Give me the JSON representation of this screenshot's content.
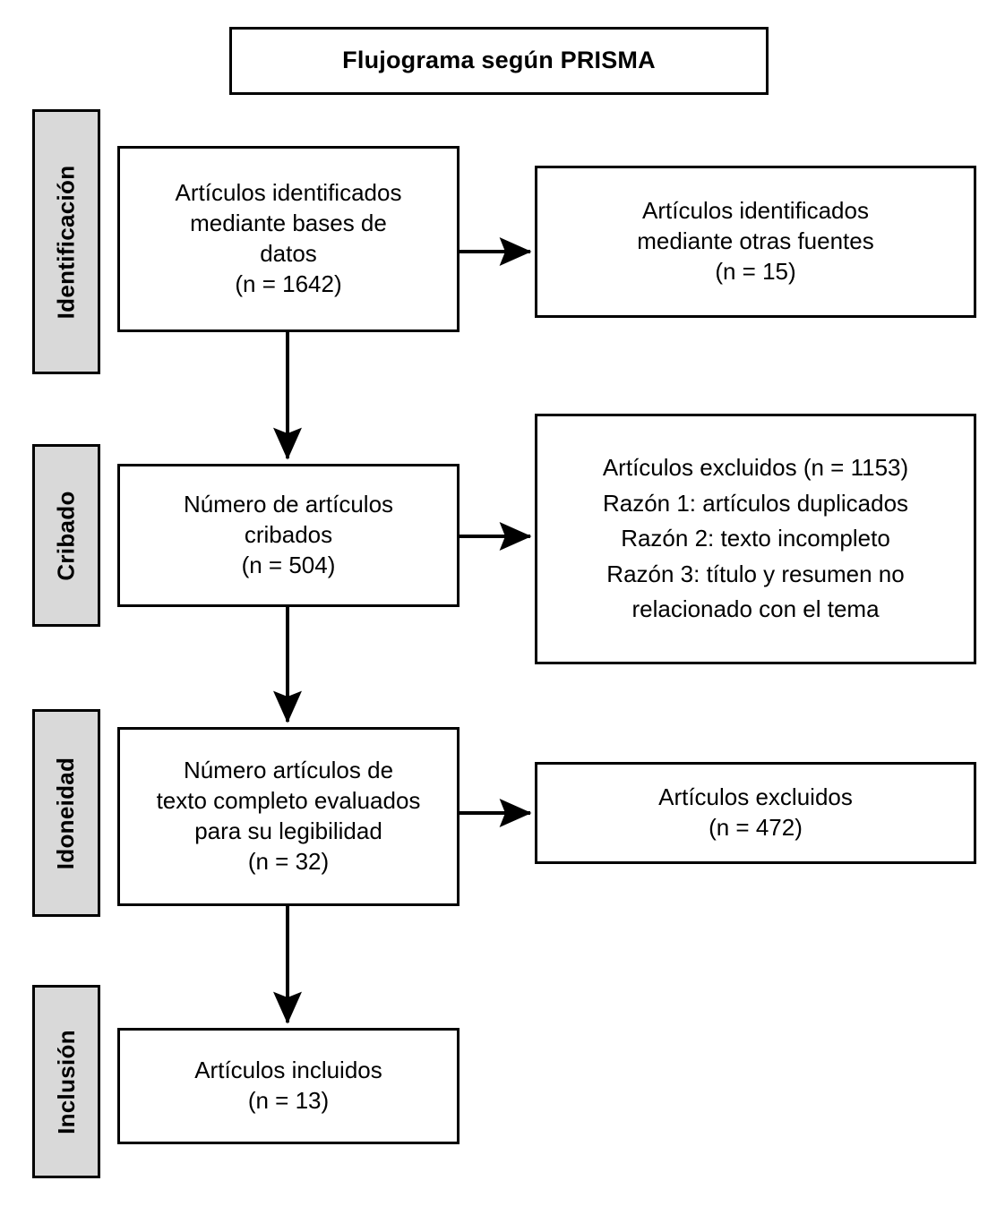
{
  "title": {
    "text": "Flujograma según PRISMA"
  },
  "stages": [
    {
      "id": "identificacion",
      "label": "Identificación"
    },
    {
      "id": "cribado",
      "label": "Cribado"
    },
    {
      "id": "idoneidad",
      "label": "Idoneidad"
    },
    {
      "id": "inclusion",
      "label": "Inclusión"
    }
  ],
  "boxes": {
    "identificados_bases": {
      "lines": [
        "Artículos identificados",
        "mediante bases de",
        "datos",
        "(n = 1642)"
      ],
      "count": 1642
    },
    "identificados_otras": {
      "lines": [
        "Artículos identificados",
        "mediante otras fuentes",
        "(n = 15)"
      ],
      "count": 15
    },
    "cribados": {
      "lines": [
        "Número de artículos",
        "cribados",
        "(n = 504)"
      ],
      "count": 504
    },
    "excluidos_razones": {
      "lines": [
        "Artículos excluidos (n = 1153)",
        "Razón 1: artículos duplicados",
        "Razón 2: texto incompleto",
        "Razón 3: título y resumen no",
        "relacionado con el tema"
      ],
      "count": 1153
    },
    "texto_completo": {
      "lines": [
        "Número artículos de",
        "texto completo evaluados",
        "para su legibilidad",
        "(n = 32)"
      ],
      "count": 32
    },
    "excluidos_472": {
      "lines": [
        "Artículos excluidos",
        "(n = 472)"
      ],
      "count": 472
    },
    "incluidos": {
      "lines": [
        "Artículos incluidos",
        "(n = 13)"
      ],
      "count": 13
    }
  },
  "colors": {
    "stage_fill": "#d9d9d9",
    "box_fill": "#ffffff",
    "stroke": "#000000"
  },
  "chart_data": {
    "type": "diagram",
    "title": "Flujograma según PRISMA",
    "nodes": [
      {
        "id": "identificados_bases",
        "stage": "Identificación",
        "label": "Artículos identificados mediante bases de datos",
        "n": 1642
      },
      {
        "id": "identificados_otras",
        "stage": "Identificación",
        "label": "Artículos identificados mediante otras fuentes",
        "n": 15
      },
      {
        "id": "cribados",
        "stage": "Cribado",
        "label": "Número de artículos cribados",
        "n": 504
      },
      {
        "id": "excluidos_razones",
        "stage": "Cribado",
        "label": "Artículos excluidos",
        "n": 1153
      },
      {
        "id": "texto_completo",
        "stage": "Idoneidad",
        "label": "Número artículos de texto completo evaluados para su legibilidad",
        "n": 32
      },
      {
        "id": "excluidos_472",
        "stage": "Idoneidad",
        "label": "Artículos excluidos",
        "n": 472
      },
      {
        "id": "incluidos",
        "stage": "Inclusión",
        "label": "Artículos incluidos",
        "n": 13
      }
    ],
    "edges": [
      {
        "from": "identificados_bases",
        "to": "identificados_otras",
        "direction": "right"
      },
      {
        "from": "identificados_bases",
        "to": "cribados",
        "direction": "down"
      },
      {
        "from": "cribados",
        "to": "excluidos_razones",
        "direction": "right"
      },
      {
        "from": "cribados",
        "to": "texto_completo",
        "direction": "down"
      },
      {
        "from": "texto_completo",
        "to": "excluidos_472",
        "direction": "right"
      },
      {
        "from": "texto_completo",
        "to": "incluidos",
        "direction": "down"
      }
    ]
  }
}
